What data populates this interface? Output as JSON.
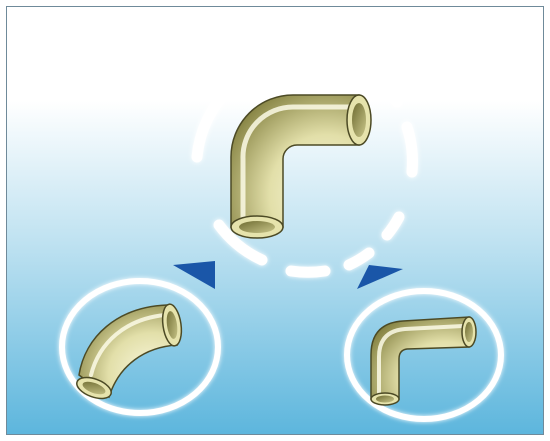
{
  "colors": {
    "background_top": "#ffffff",
    "background_bottom": "#62b9de",
    "pipe_light": "#f7f5d2",
    "pipe_mid": "#d8d59a",
    "pipe_dark": "#7d7a44",
    "pipe_outline": "#4c4a25",
    "ring": "#ffffff",
    "arrow": "#1a56a8"
  },
  "diagram": {
    "center_elbow": {
      "icon": "curved-elbow-pipe-icon",
      "ring_style": "dashed-rotating"
    },
    "left_elbow": {
      "icon": "curved-bend-pipe-icon",
      "ring_style": "solid"
    },
    "right_elbow": {
      "icon": "sharp-elbow-pipe-icon",
      "ring_style": "solid"
    },
    "arrows": [
      "arrow-left-down-icon",
      "arrow-right-down-icon"
    ]
  }
}
